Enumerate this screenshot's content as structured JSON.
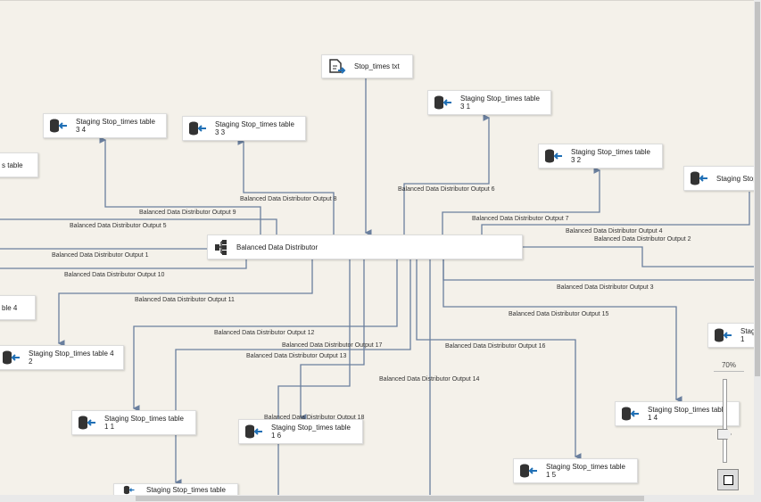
{
  "source": {
    "label": "Stop_times txt"
  },
  "distributor": {
    "label": "Balanced Data Distributor"
  },
  "destinations": [
    {
      "id": "d31",
      "line1": "Staging Stop_times table",
      "line2": "3 1"
    },
    {
      "id": "d34",
      "line1": "Staging Stop_times table",
      "line2": "3 4"
    },
    {
      "id": "d33",
      "line1": "Staging Stop_times table",
      "line2": "3 3"
    },
    {
      "id": "d32",
      "line1": "Staging Stop_times table",
      "line2": "3 2"
    },
    {
      "id": "dleft1",
      "line1": "s table",
      "line2": ""
    },
    {
      "id": "dright1",
      "line1": "Staging Stop",
      "line2": ""
    },
    {
      "id": "dleft2",
      "line1": "ble 4",
      "line2": ""
    },
    {
      "id": "dright2",
      "line1": "Stag",
      "line2": "1"
    },
    {
      "id": "d42",
      "line1": "Staging Stop_times table 4",
      "line2": "2"
    },
    {
      "id": "d11",
      "line1": "Staging Stop_times table",
      "line2": "1 1"
    },
    {
      "id": "d16",
      "line1": "Staging Stop_times table",
      "line2": "1 6"
    },
    {
      "id": "d14",
      "line1": "Staging Stop_times table",
      "line2": "1 4"
    },
    {
      "id": "d15",
      "line1": "Staging Stop_times table",
      "line2": "1 5"
    },
    {
      "id": "dbottom",
      "line1": "Staging Stop_times table",
      "line2": ""
    }
  ],
  "outputs": {
    "o1": "Balanced Data Distributor Output 1",
    "o2": "Balanced Data Distributor Output 2",
    "o3": "Balanced Data Distributor Output 3",
    "o4": "Balanced Data Distributor Output 4",
    "o5": "Balanced Data Distributor Output 5",
    "o6": "Balanced Data Distributor Output 6",
    "o7": "Balanced Data Distributor Output 7",
    "o8": "Balanced Data Distributor Output 8",
    "o9": "Balanced Data Distributor Output 9",
    "o10": "Balanced Data Distributor Output 10",
    "o11": "Balanced Data Distributor Output 11",
    "o12": "Balanced Data Distributor Output 12",
    "o13": "Balanced Data Distributor Output 13",
    "o14": "Balanced Data Distributor Output 14",
    "o15": "Balanced Data Distributor Output 15",
    "o16": "Balanced Data Distributor Output 16",
    "o17": "Balanced Data Distributor Output 17",
    "o18": "Balanced Data Distributor Output 18"
  },
  "zoom": {
    "level": "70%",
    "percent": 70
  },
  "colors": {
    "wire": "#6a7f9e",
    "canvas": "#f4f1ea",
    "icon_arrow": "#1f6fb5"
  }
}
